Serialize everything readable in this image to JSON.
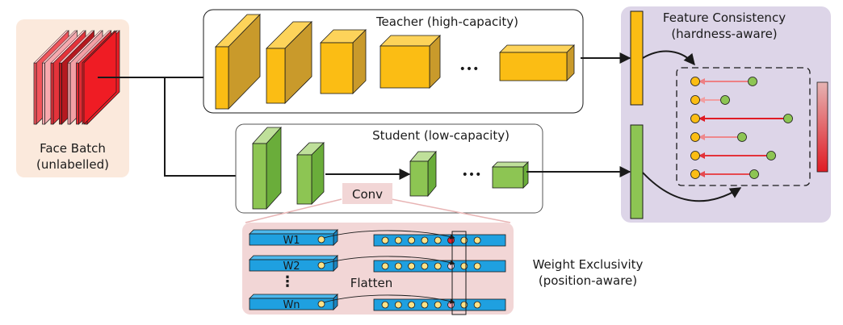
{
  "input": {
    "title_line1": "Face Batch",
    "title_line2": "(unlabelled)",
    "bg_color": "#fbe9dc",
    "slice_colors": [
      "#f0545b",
      "#f7a9ae",
      "#e4333b",
      "#b5191f",
      "#f3a0a5",
      "#e02a32",
      "#ef1c24"
    ]
  },
  "teacher": {
    "label": "Teacher (high-capacity)",
    "front_color": "#fbbd14",
    "side_color": "#c99a2b",
    "top_color": "#fdd35a",
    "ellipsis": "•••"
  },
  "student": {
    "label": "Student (low-capacity)",
    "front_color": "#8dc553",
    "side_color": "#6aad3a",
    "top_color": "#bfe09a",
    "ellipsis": "•••",
    "conv_label": "Conv"
  },
  "feature_consistency": {
    "title_line1": "Feature Consistency",
    "title_line2": "(hardness-aware)",
    "bg_color": "#ddd5e8",
    "teacher_color": "#fbbd14",
    "student_color": "#8dc553",
    "pairs": [
      {
        "hardness": 0.35
      },
      {
        "hardness": 0.15
      },
      {
        "hardness": 1.0
      },
      {
        "hardness": 0.3
      },
      {
        "hardness": 0.85
      },
      {
        "hardness": 0.7
      }
    ],
    "colorbar": {
      "low_color": "#e6b3b3",
      "high_color": "#e01b24"
    }
  },
  "weight_exclusivity": {
    "title_line1": "Weight Exclusivity",
    "title_line2": "(position-aware)",
    "bg_color": "#f2d6d6",
    "flatten_label": "Flatten",
    "vdots": "⋮",
    "weights": [
      {
        "label": "W1",
        "highlight_color": "#e8202a"
      },
      {
        "label": "W2",
        "highlight_color": "#f7d3dc"
      },
      {
        "label": "Wn",
        "highlight_color": "#f2a0b0"
      }
    ],
    "bar_color": "#1fa0e0",
    "dot_color": "#fde287"
  }
}
